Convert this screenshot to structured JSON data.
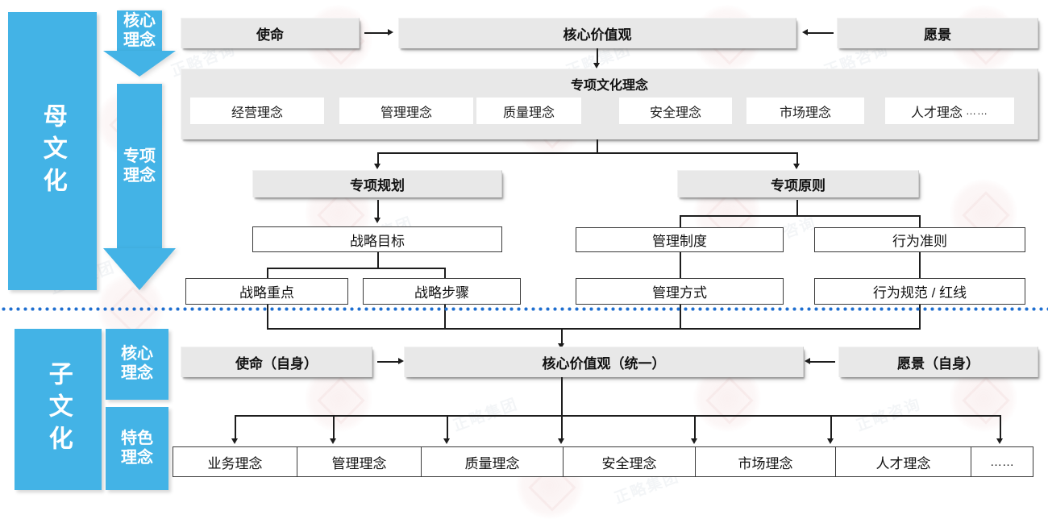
{
  "colors": {
    "brand_blue": "#43b3e6",
    "gray_box": "#e8e8e8",
    "line": "#1d1d1d",
    "divider_blue": "#1f6fd0",
    "white": "#ffffff"
  },
  "watermark": {
    "text": "正略咨询",
    "text_2": "正略集团"
  },
  "parent_culture": {
    "side_label": "母文化",
    "arrows": [
      {
        "name": "core-concept-arrow",
        "label_line1": "核心",
        "label_line2": "理念"
      },
      {
        "name": "special-concept-arrow",
        "label_line1": "专项",
        "label_line2": "理念"
      }
    ],
    "top_row": {
      "mission": "使命",
      "core_values": "核心价值观",
      "vision": "愿景"
    },
    "special_culture_band": {
      "title": "专项文化理念",
      "items": [
        {
          "label": "经营理念",
          "dots": ""
        },
        {
          "label": "管理理念",
          "dots": ""
        },
        {
          "label": "质量理念",
          "dots": ""
        },
        {
          "label": "安全理念",
          "dots": ""
        },
        {
          "label": "市场理念",
          "dots": ""
        },
        {
          "label": "人才理念",
          "dots": "……"
        }
      ]
    },
    "left_branch": {
      "head": "专项规划",
      "level2": "战略目标",
      "level3": [
        "战略重点",
        "战略步骤"
      ]
    },
    "right_branch": {
      "head": "专项原则",
      "level2": [
        "管理制度",
        "行为准则"
      ],
      "level3": [
        "管理方式",
        "行为规范 / 红线"
      ]
    }
  },
  "child_culture": {
    "side_label": "子文化",
    "tags": [
      {
        "name": "core-concept-tag",
        "label_line1": "核心",
        "label_line2": "理念"
      },
      {
        "name": "feature-concept-tag",
        "label_line1": "特色",
        "label_line2": "理念"
      }
    ],
    "top_row": {
      "mission": "使命（自身）",
      "core_values": "核心价值观（统一）",
      "vision": "愿景（自身）"
    },
    "concepts": [
      "业务理念",
      "管理理念",
      "质量理念",
      "安全理念",
      "市场理念",
      "人才理念",
      "……"
    ]
  }
}
